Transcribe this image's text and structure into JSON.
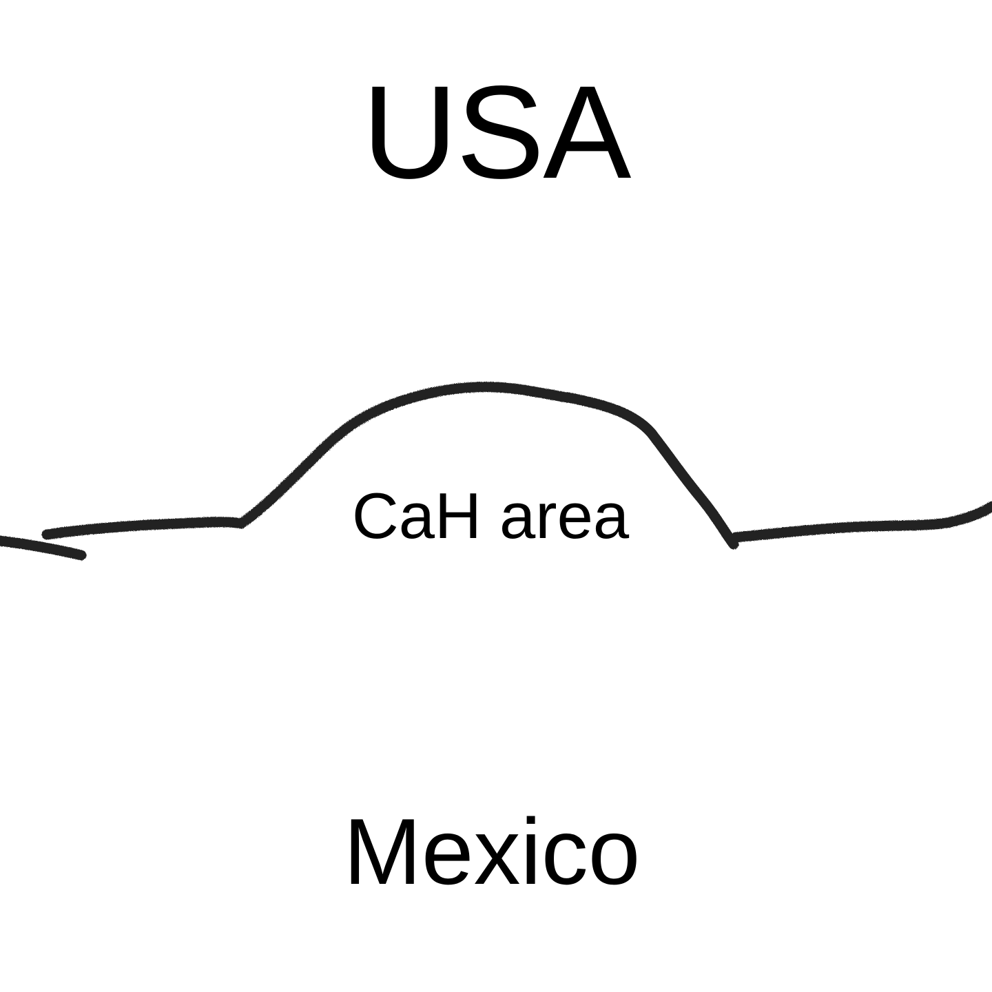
{
  "labels": {
    "north_region": "USA",
    "middle_region": "CaH area",
    "south_region": "Mexico"
  },
  "colors": {
    "background": "#ffffff",
    "text": "#000000",
    "border_line": "#222222"
  },
  "icons": {
    "border_line": "hand-drawn-border-line"
  }
}
